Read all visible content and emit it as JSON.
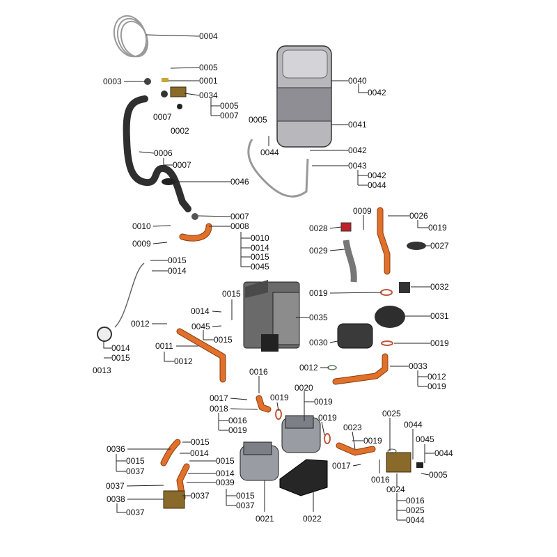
{
  "diagram": {
    "labels": [
      "0004",
      "0005",
      "0001",
      "0003",
      "0034",
      "0005",
      "0007",
      "0007",
      "0002",
      "0006",
      "0007",
      "0046",
      "0007",
      "0010",
      "0008",
      "0010",
      "0014",
      "0015",
      "0045",
      "0009",
      "0015",
      "0014",
      "0015",
      "0014",
      "0045",
      "0015",
      "0035",
      "0012",
      "0011",
      "0012",
      "0014",
      "0015",
      "0013",
      "0040",
      "0042",
      "0041",
      "0005",
      "0044",
      "0042",
      "0043",
      "0042",
      "0044",
      "0009",
      "0026",
      "0019",
      "0027",
      "0028",
      "0029",
      "0019",
      "0032",
      "0031",
      "0030",
      "0019",
      "0012",
      "0033",
      "0012",
      "0019",
      "0016",
      "0020",
      "0019",
      "0017",
      "0019",
      "0018",
      "0016",
      "0019",
      "0019",
      "0025",
      "0044",
      "0023",
      "0019",
      "0045",
      "0044",
      "0036",
      "0015",
      "0014",
      "0015",
      "0015",
      "0037",
      "0017",
      "0016",
      "0005",
      "0014",
      "0039",
      "0037",
      "0024",
      "0038",
      "0037",
      "0015",
      "0037",
      "0016",
      "0025",
      "0044",
      "0037",
      "0021",
      "0022"
    ],
    "colors": {
      "copper": "#e0702a",
      "brass": "#8a6a2a",
      "vessel": "#b8b8bc",
      "pump": "#9a9ca3",
      "black_part": "#2a2a2a",
      "seal": "#c0553a"
    }
  }
}
